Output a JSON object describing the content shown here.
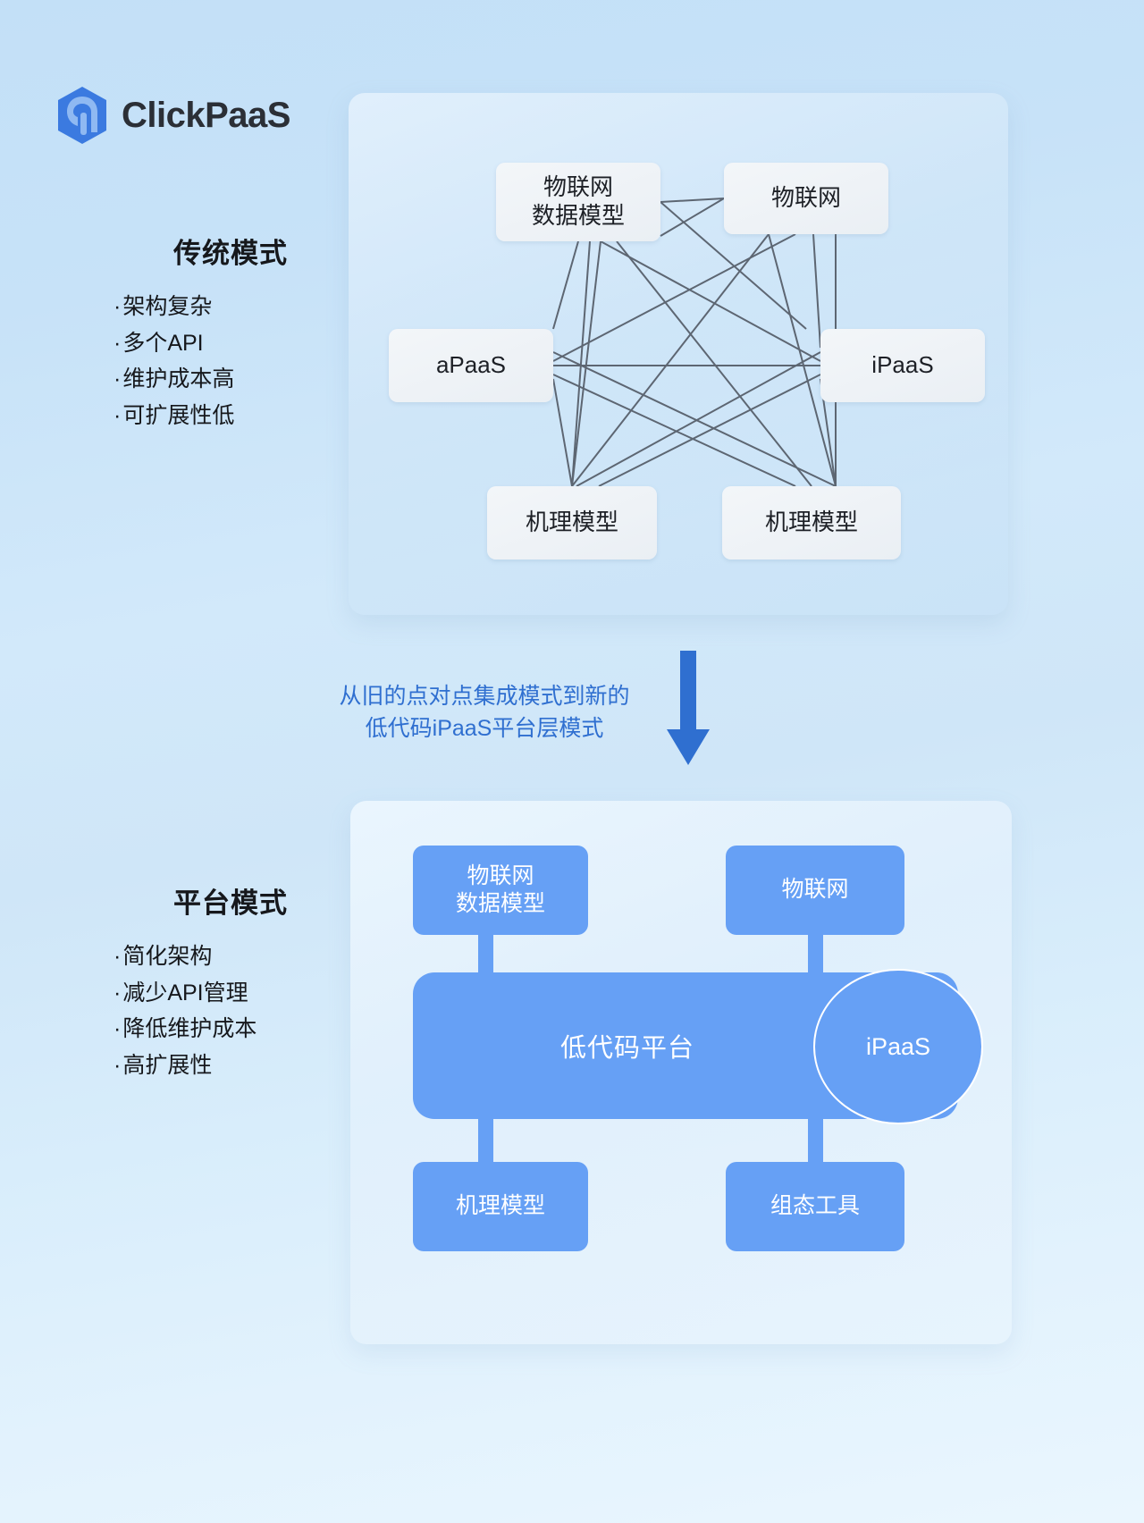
{
  "brand": {
    "name": "ClickPaaS",
    "logo_icon": "hexagon-logo-icon",
    "logo_color": "#3b7ae0"
  },
  "traditional": {
    "title": "传统模式",
    "bullets": [
      "架构复杂",
      "多个API",
      "维护成本高",
      "可扩展性低"
    ],
    "nodes": {
      "iot_data_model_line1": "物联网",
      "iot_data_model_line2": "数据模型",
      "iot": "物联网",
      "apaas": "aPaaS",
      "ipaas": "iPaaS",
      "mechanism_left": "机理模型",
      "mechanism_right": "机理模型"
    }
  },
  "transition": {
    "caption_line1": "从旧的点对点集成模式到新的",
    "caption_line2": "低代码iPaaS平台层模式",
    "arrow_icon": "down-arrow-icon",
    "arrow_color": "#2f6fd0"
  },
  "platform": {
    "title": "平台模式",
    "bullets": [
      "简化架构",
      "减少API管理",
      "降低维护成本",
      "高扩展性"
    ],
    "nodes": {
      "iot_data_model_line1": "物联网",
      "iot_data_model_line2": "数据模型",
      "iot": "物联网",
      "low_code_platform": "低代码平台",
      "ipaas": "iPaaS",
      "mechanism": "机理模型",
      "config_tool": "组态工具"
    },
    "accent_color": "#66a0f5"
  },
  "bullet_mark": "·"
}
